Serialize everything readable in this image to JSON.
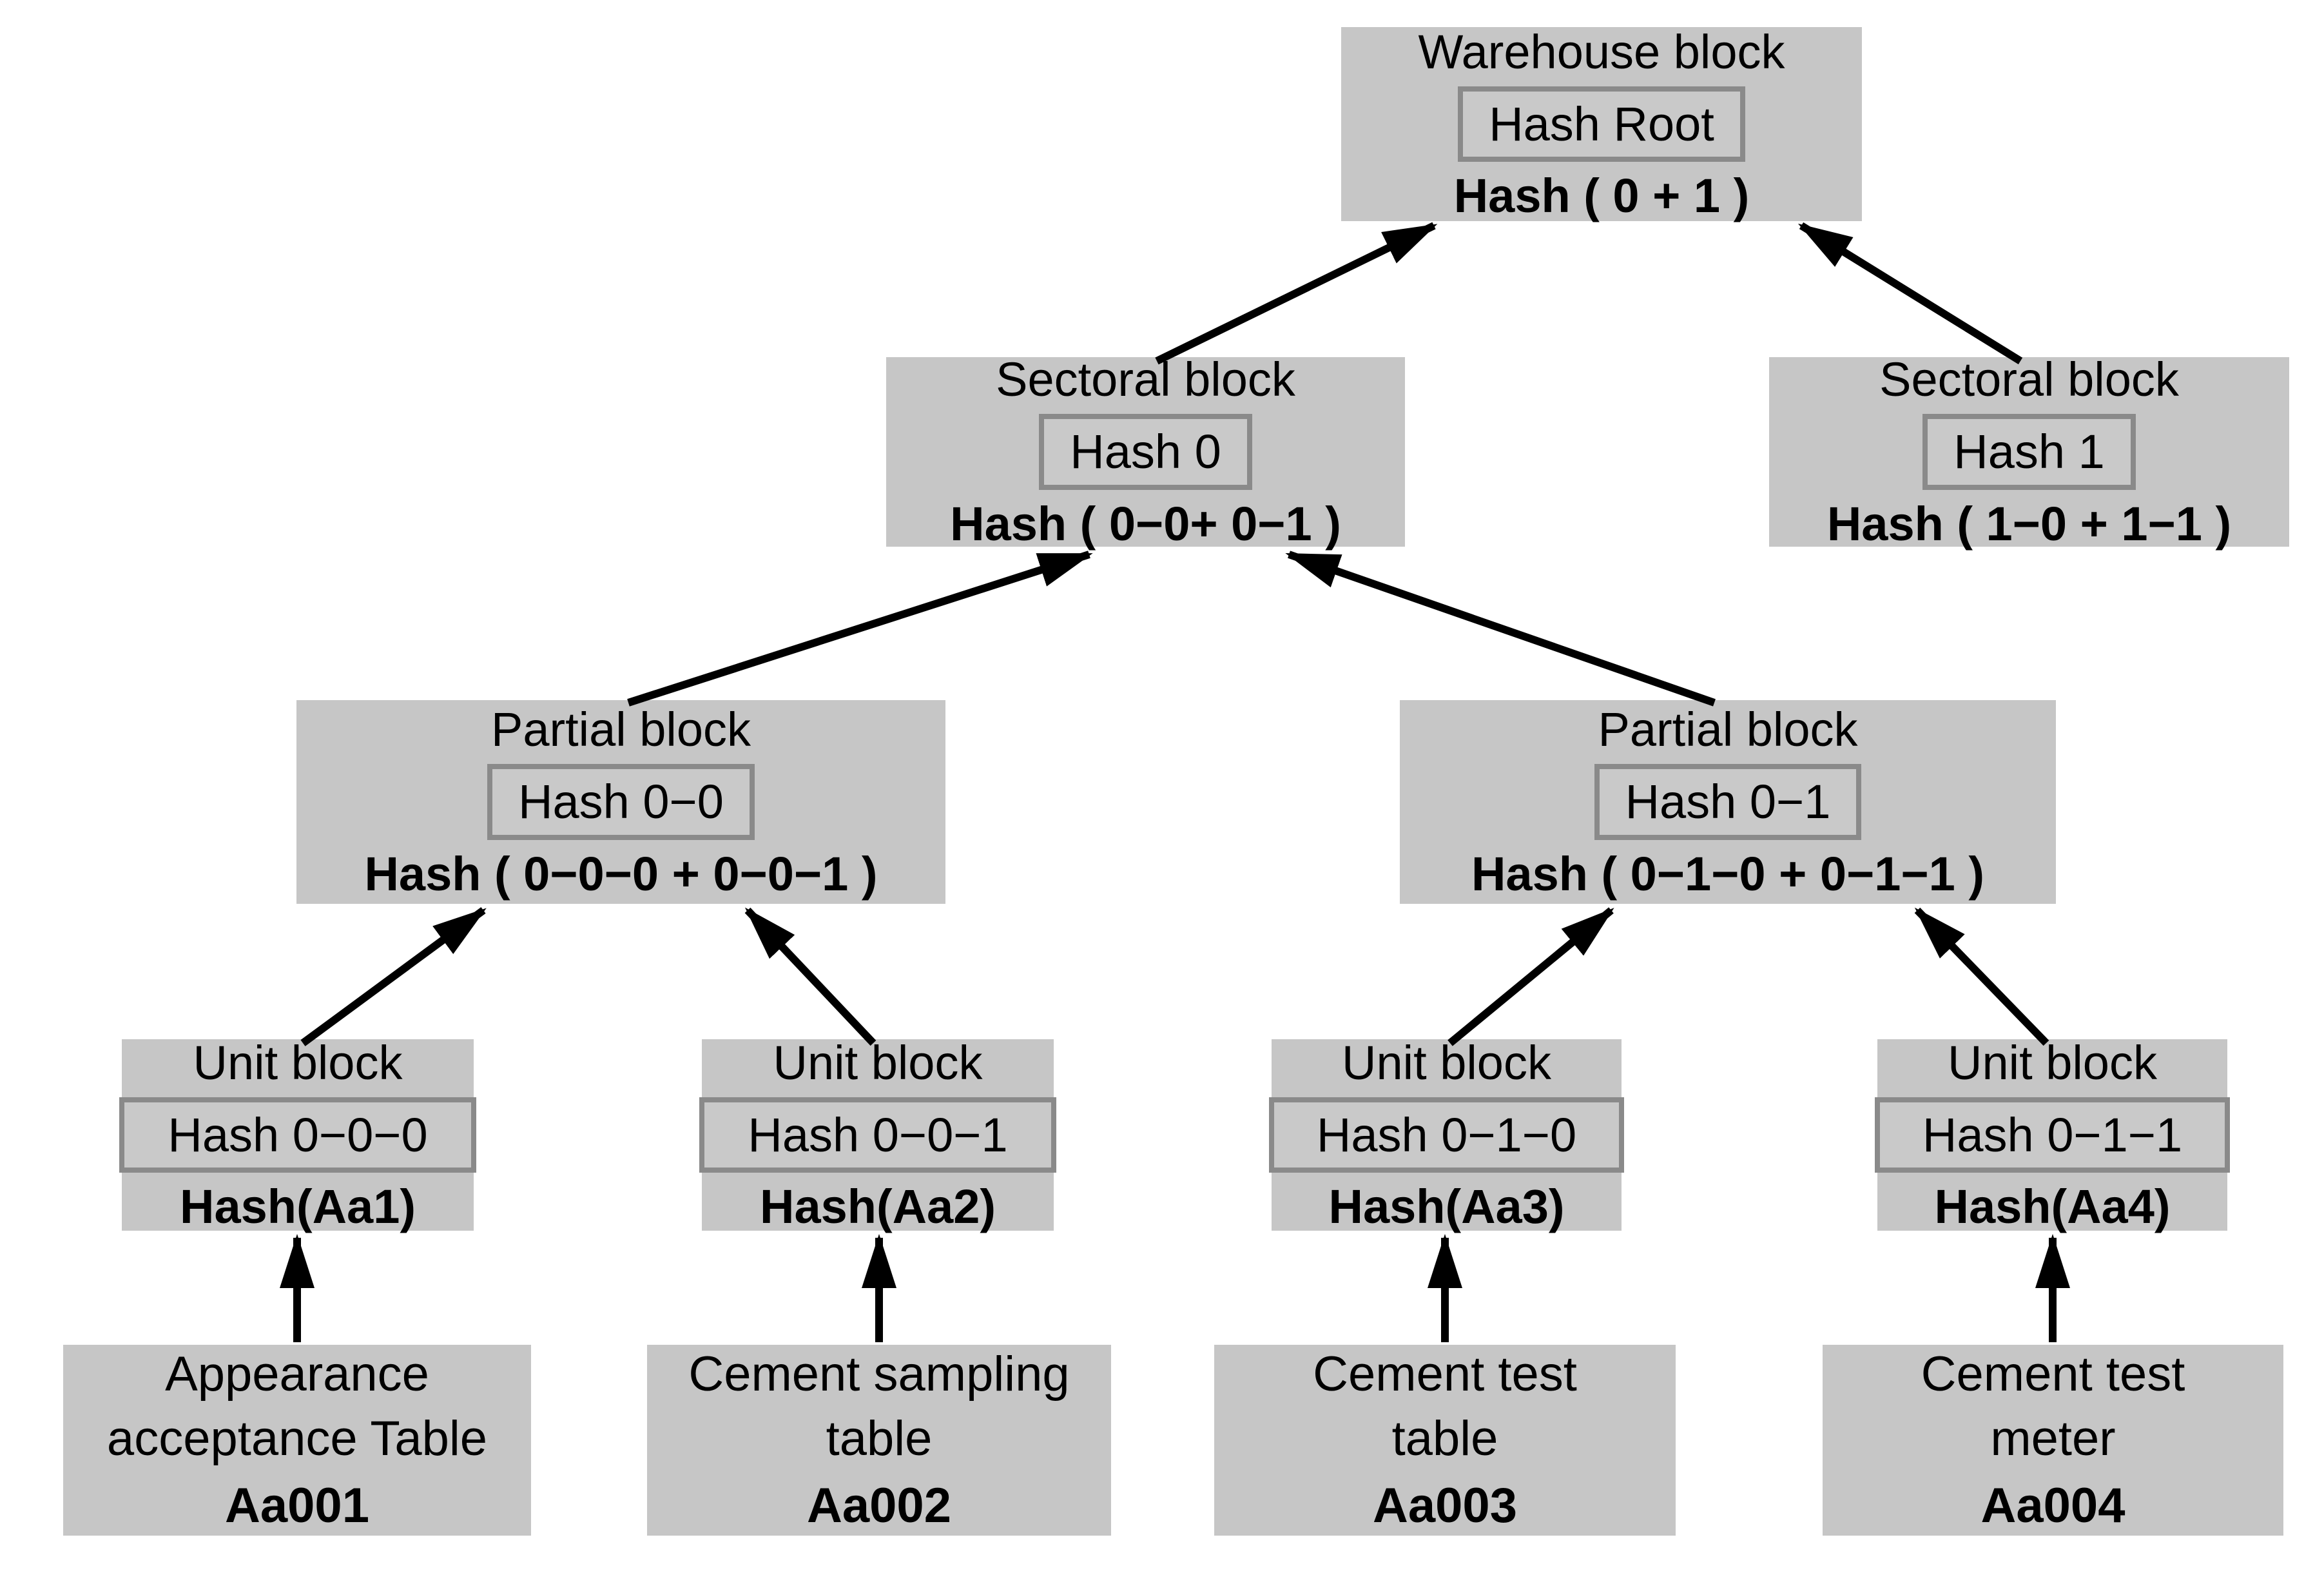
{
  "figure": {
    "type": "merkle-hash-tree",
    "background_color": "#ffffff",
    "node_fill": "#c6c6c6",
    "inner_box_fill": "#c9c9c9",
    "inner_box_border": "#8a8a8a",
    "arrow_color": "#000000",
    "nodes": {
      "warehouse": {
        "title": "Warehouse block",
        "hash": "Hash Root",
        "formula": "Hash ( 0 + 1 )"
      },
      "sectoral_0": {
        "title": "Sectoral block",
        "hash": "Hash 0",
        "formula": "Hash ( 0−0+ 0−1 )"
      },
      "sectoral_1": {
        "title": "Sectoral block",
        "hash": "Hash 1",
        "formula": "Hash ( 1−0 + 1−1 )"
      },
      "partial_00": {
        "title": "Partial block",
        "hash": "Hash 0−0",
        "formula": "Hash ( 0−0−0 + 0−0−1 )"
      },
      "partial_01": {
        "title": "Partial block",
        "hash": "Hash 0−1",
        "formula": "Hash ( 0−1−0 + 0−1−1 )"
      },
      "unit_000": {
        "title": "Unit block",
        "hash": "Hash 0−0−0",
        "formula": "Hash(Aa1)"
      },
      "unit_001": {
        "title": "Unit block",
        "hash": "Hash 0−0−1",
        "formula": "Hash(Aa2)"
      },
      "unit_010": {
        "title": "Unit block",
        "hash": "Hash 0−1−0",
        "formula": "Hash(Aa3)"
      },
      "unit_011": {
        "title": "Unit block",
        "hash": "Hash 0−1−1",
        "formula": "Hash(Aa4)"
      },
      "leaf_1": {
        "line1": "Appearance",
        "line2": "acceptance Table",
        "code": "Aa001"
      },
      "leaf_2": {
        "line1": "Cement sampling",
        "line2": "table",
        "code": "Aa002"
      },
      "leaf_3": {
        "line1": "Cement test",
        "line2": "table",
        "code": "Aa003"
      },
      "leaf_4": {
        "line1": "Cement test",
        "line2": "meter",
        "code": "Aa004"
      }
    },
    "edges": [
      {
        "from": "sectoral_0",
        "to": "warehouse"
      },
      {
        "from": "sectoral_1",
        "to": "warehouse"
      },
      {
        "from": "partial_00",
        "to": "sectoral_0"
      },
      {
        "from": "partial_01",
        "to": "sectoral_0"
      },
      {
        "from": "unit_000",
        "to": "partial_00"
      },
      {
        "from": "unit_001",
        "to": "partial_00"
      },
      {
        "from": "unit_010",
        "to": "partial_01"
      },
      {
        "from": "unit_011",
        "to": "partial_01"
      },
      {
        "from": "leaf_1",
        "to": "unit_000"
      },
      {
        "from": "leaf_2",
        "to": "unit_001"
      },
      {
        "from": "leaf_3",
        "to": "unit_010"
      },
      {
        "from": "leaf_4",
        "to": "unit_011"
      }
    ]
  }
}
